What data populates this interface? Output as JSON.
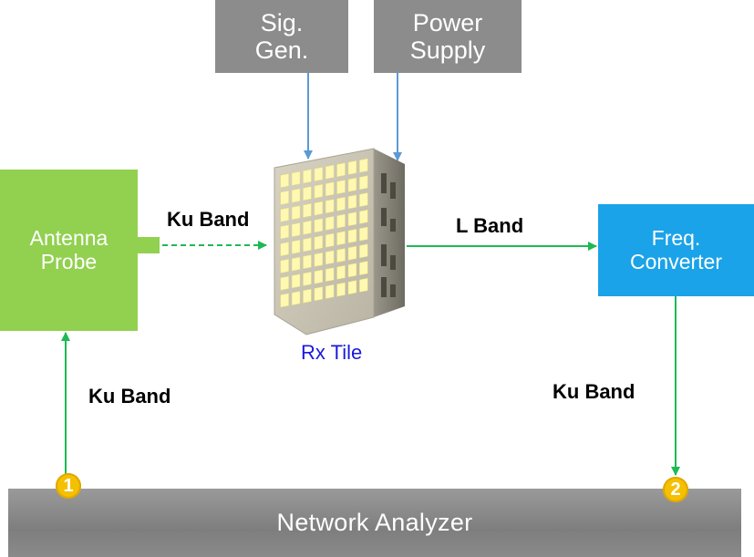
{
  "blocks": {
    "sig_gen": "Sig.\nGen.",
    "power_supply": "Power\nSupply",
    "antenna_probe": "Antenna\nProbe",
    "freq_converter": "Freq.\nConverter",
    "network_analyzer": "Network Analyzer"
  },
  "labels": {
    "ku_band_probe_to_tile": "Ku Band",
    "l_band": "L Band",
    "ku_band_analyzer_to_probe": "Ku Band",
    "ku_band_converter_to_analyzer": "Ku Band",
    "rx_tile": "Rx Tile"
  },
  "ports": {
    "port1": "1",
    "port2": "2"
  },
  "colors": {
    "gray_block": "#8c8c8c",
    "antenna_green": "#92d050",
    "converter_blue": "#1aa3e8",
    "signal_green": "#1db954",
    "control_blue": "#5b9bd5",
    "port_yellow": "#f5c000",
    "rx_tile_text": "#1a1adb"
  }
}
